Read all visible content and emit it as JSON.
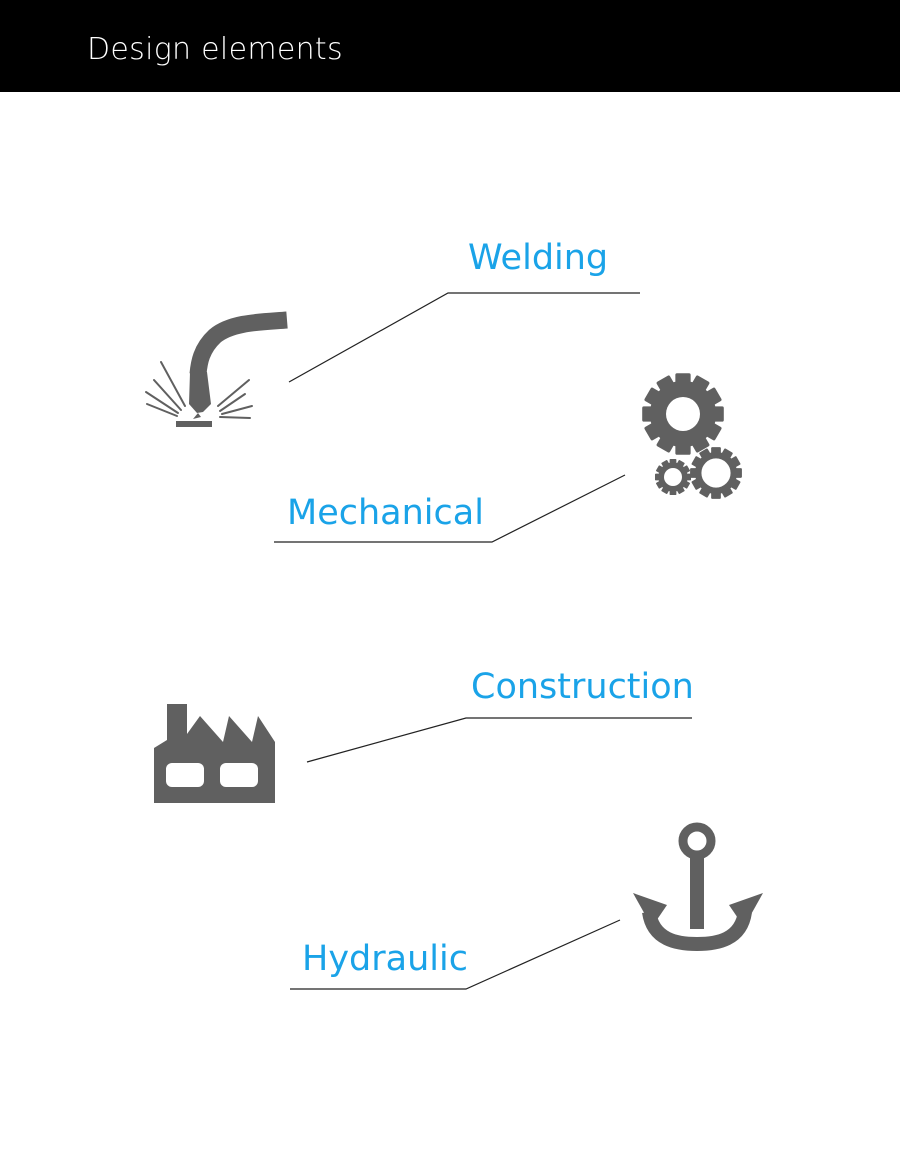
{
  "header": {
    "title": "Design elements"
  },
  "colors": {
    "header_background": "#000000",
    "label": "#1aa3e8",
    "icon": "#606060",
    "leader_line": "#222222"
  },
  "items": [
    {
      "label": "Welding",
      "icon": "welding-torch-icon"
    },
    {
      "label": "Mechanical",
      "icon": "gears-icon"
    },
    {
      "label": "Construction",
      "icon": "factory-icon"
    },
    {
      "label": "Hydraulic",
      "icon": "anchor-icon"
    }
  ]
}
